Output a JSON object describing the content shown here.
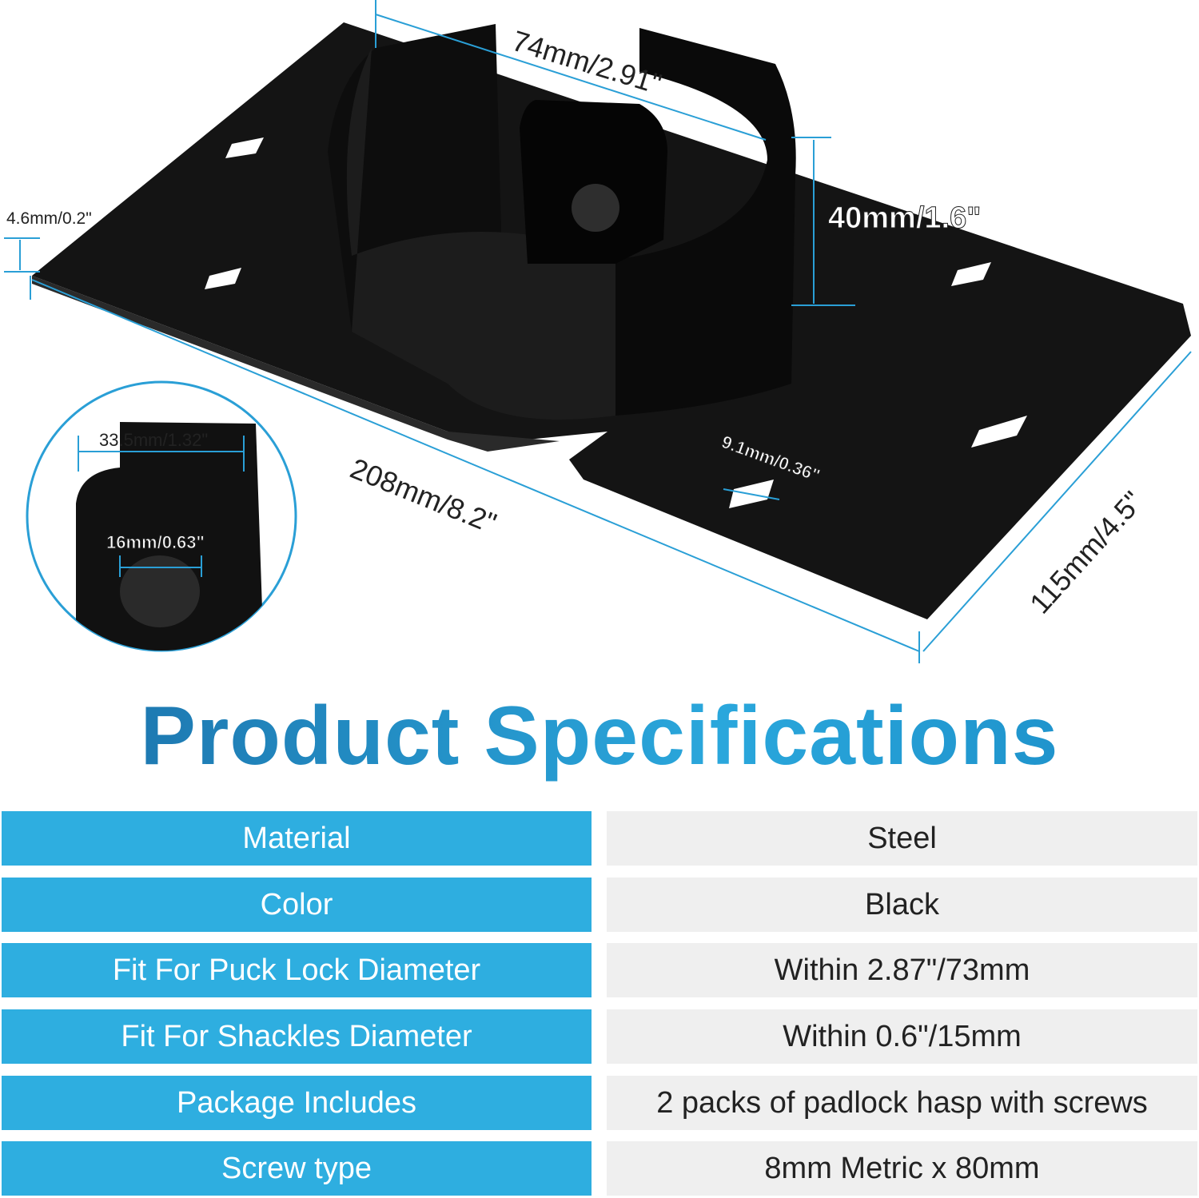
{
  "dimensions": {
    "thickness": "4.6mm/0.2\"",
    "clip_width": "74mm/2.91\"",
    "clip_height": "40mm/1.6\"",
    "length": "208mm/8.2\"",
    "width": "115mm/4.5\"",
    "screw_hole": "9.1mm/0.36\"",
    "tab_width": "33.5mm/1.32\"",
    "tab_hole": "16mm/0.63\""
  },
  "title": "Product Specifications",
  "colors": {
    "accent": "#2eaee0",
    "row_bg": "#efefef",
    "product": "#111111"
  },
  "specs": [
    {
      "label": "Material",
      "value": "Steel"
    },
    {
      "label": "Color",
      "value": "Black"
    },
    {
      "label": "Fit For Puck Lock Diameter",
      "value": "Within 2.87\"/73mm"
    },
    {
      "label": "Fit For Shackles Diameter",
      "value": "Within 0.6\"/15mm"
    },
    {
      "label": "Package Includes",
      "value": "2 packs of padlock hasp with screws"
    },
    {
      "label": "Screw type",
      "value": "8mm Metric x 80mm"
    }
  ]
}
